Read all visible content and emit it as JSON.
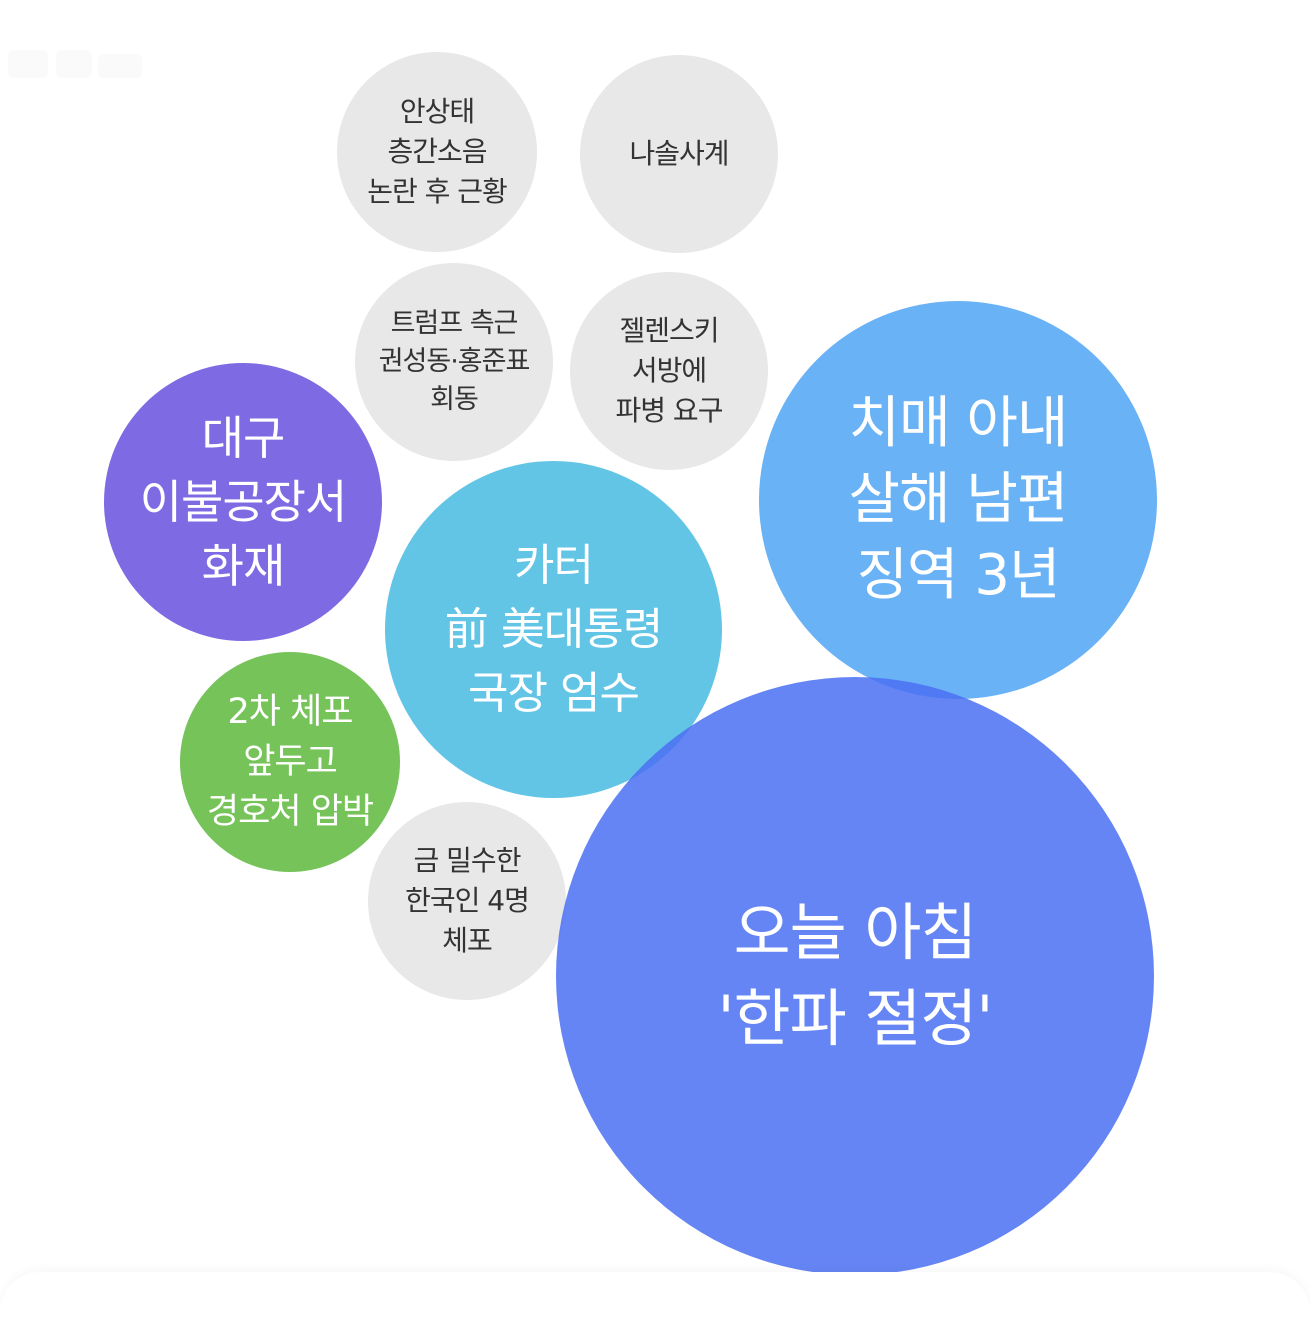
{
  "bubbles": {
    "anstaetae": "안상태\n층간소음\n논란 후 근황",
    "nasol": "나솔사계",
    "trump": "트럼프 측근\n권성동·홍준표\n회동",
    "zelensky": "젤렌스키\n서방에\n파병 요구",
    "daegu": "대구\n이불공장서\n화재",
    "carter": "카터\n前 美대통령\n국장 엄수",
    "dementia": "치매 아내\n살해 남편\n징역 3년",
    "coldwave": "오늘 아침\n'한파 절정'",
    "yoon": "2차 체포\n앞두고\n경호처 압박",
    "smuggle": "금 밀수한\n한국인 4명\n체포"
  },
  "colors": {
    "gray": "#e8e8e8",
    "purple": "#7e6be3",
    "cyan": "#63c5e6",
    "light_blue": "#69b2f5",
    "royal_blue": "#4b70f2",
    "green": "#76c35a"
  }
}
